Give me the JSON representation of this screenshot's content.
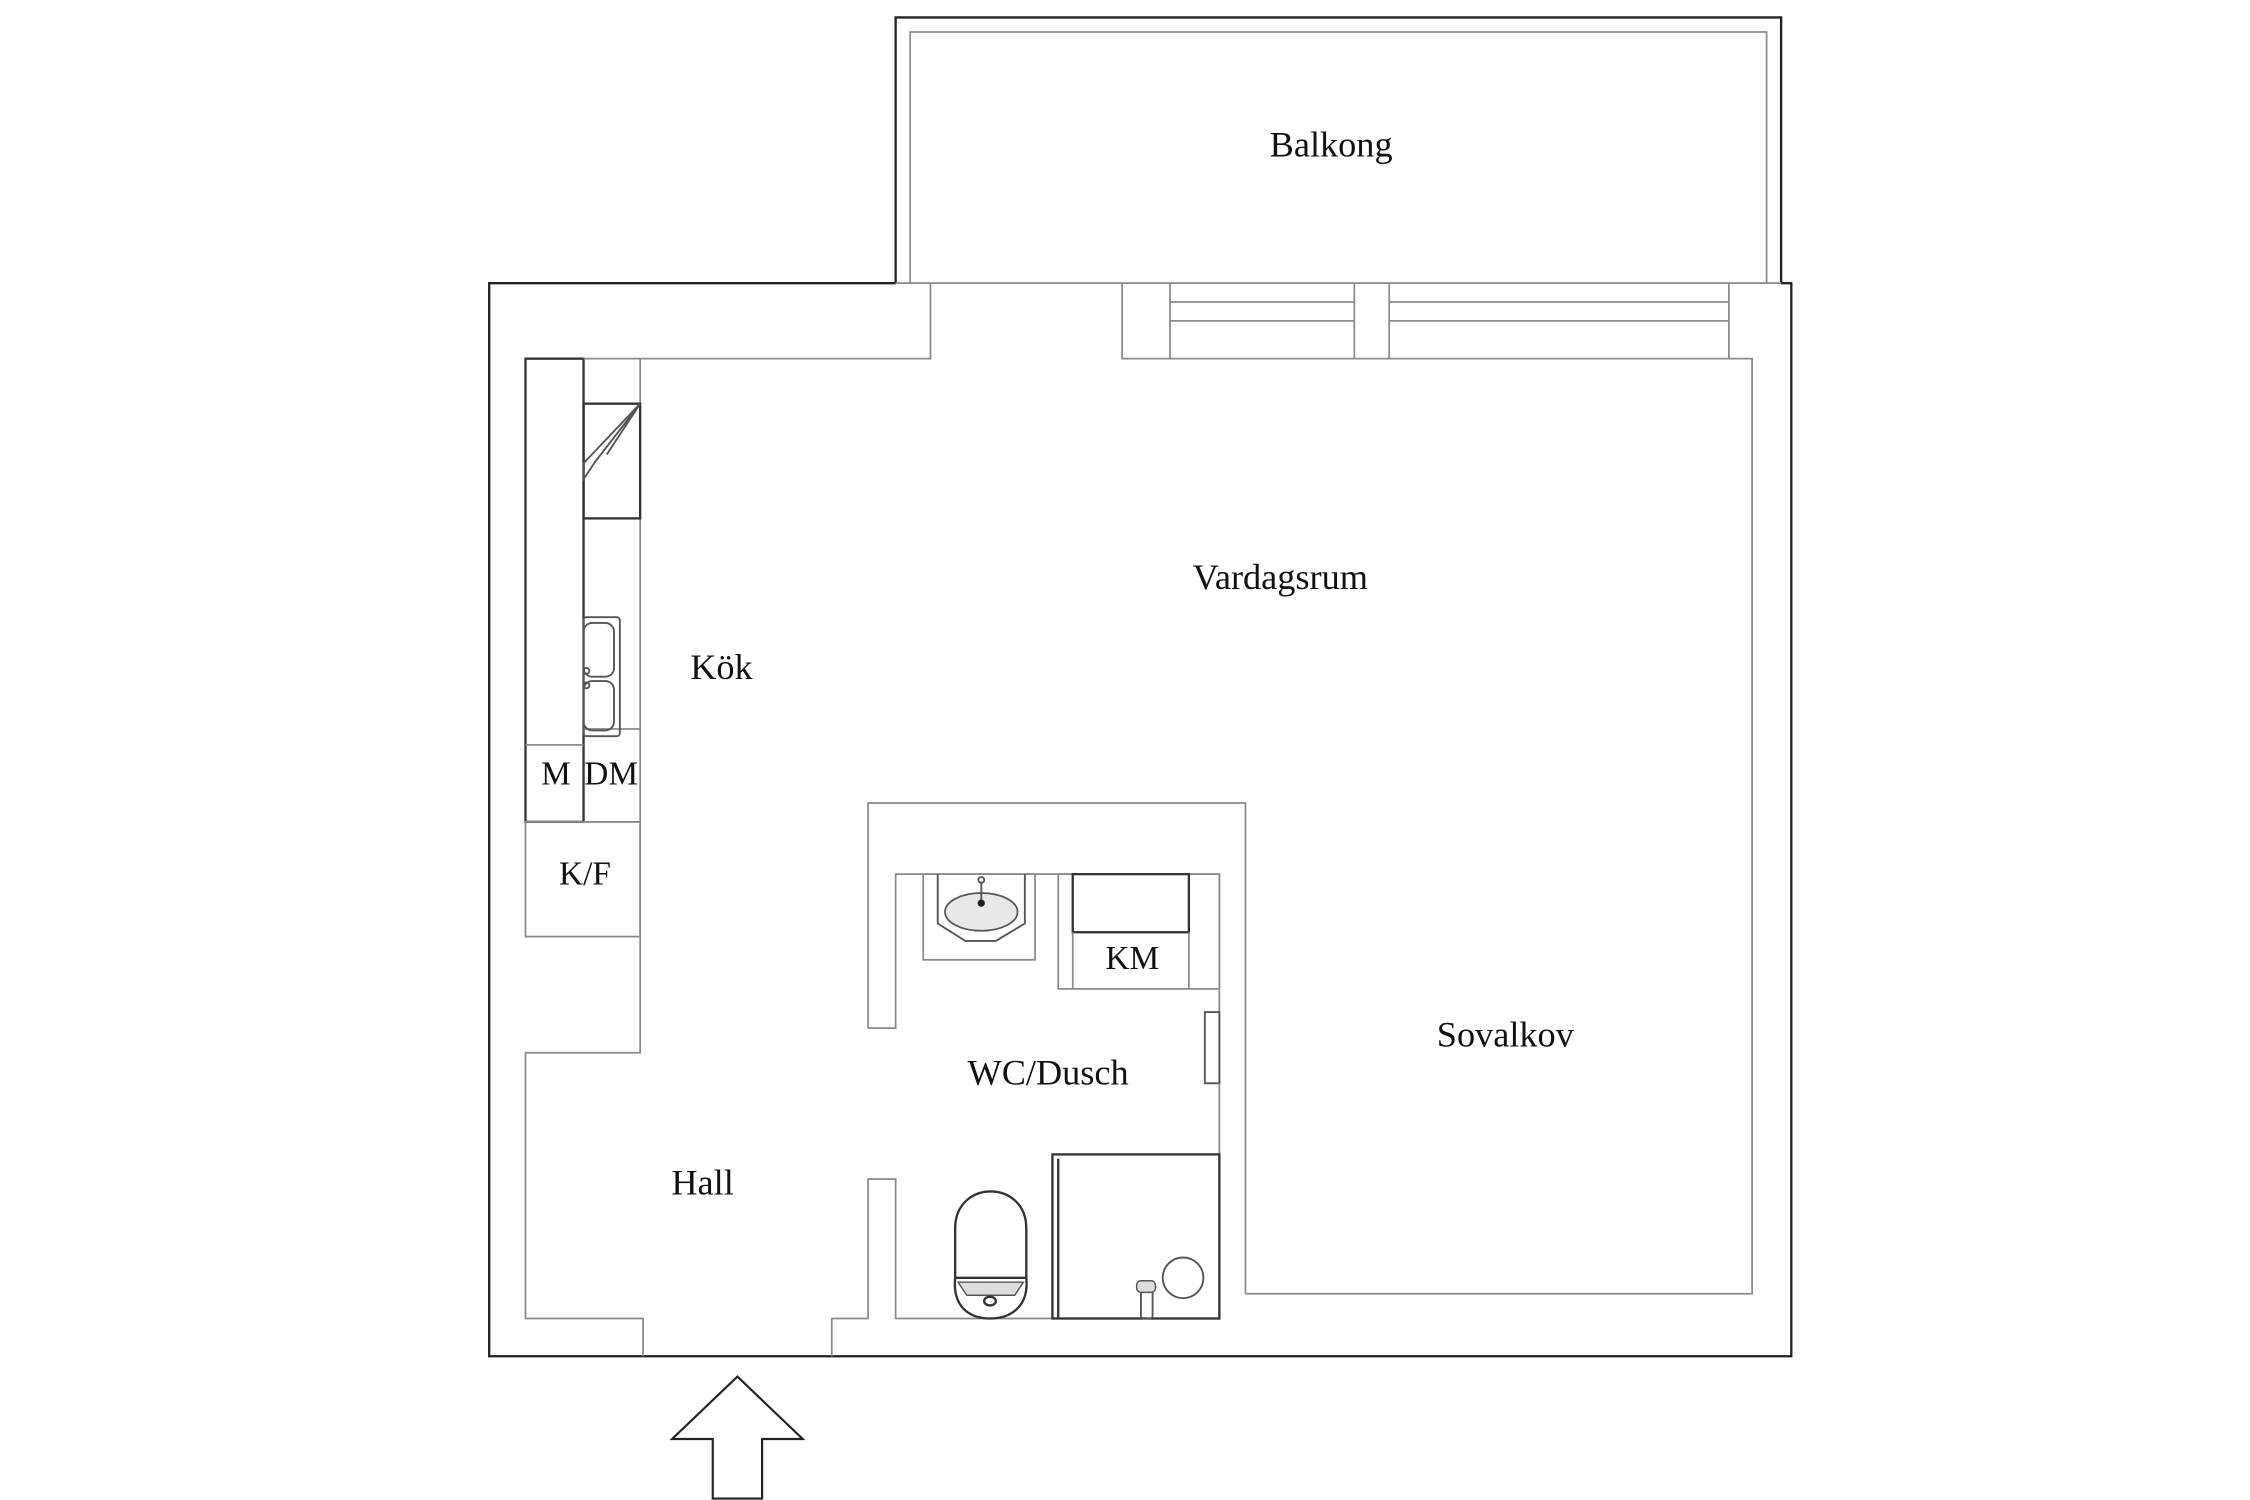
{
  "plan": {
    "type": "apartment floor plan",
    "rooms": {
      "balcony": "Balkong",
      "living_room": "Vardagsrum",
      "kitchen": "Kök",
      "sleeping_alcove": "Sovalkov",
      "bathroom": "WC/Dusch",
      "hall": "Hall"
    },
    "appliances": {
      "microwave": "M",
      "dishwasher": "DM",
      "fridge_freezer": "K/F",
      "washing_machine": "KM"
    },
    "entrance": "entrance-arrow"
  }
}
